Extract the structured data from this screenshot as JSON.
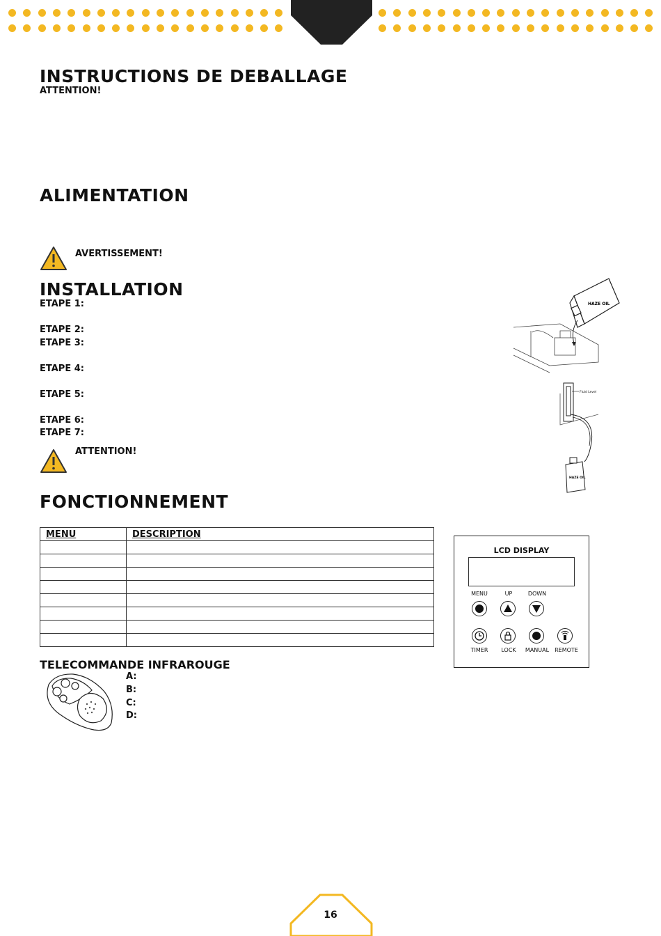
{
  "sections": {
    "unpacking": {
      "title": "INSTRUCTIONS DE DEBALLAGE",
      "attention": "ATTENTION!"
    },
    "power": {
      "title": "ALIMENTATION",
      "warning": "AVERTISSEMENT!"
    },
    "installation": {
      "title": "INSTALLATION",
      "steps": [
        "ETAPE 1:",
        "ETAPE 2:",
        "ETAPE 3:",
        "ETAPE 4:",
        "ETAPE 5:",
        "ETAPE 6:",
        "ETAPE 7:"
      ],
      "attention": "ATTENTION!"
    },
    "operation": {
      "title": "FONCTIONNEMENT"
    },
    "remote": {
      "title": "TELECOMMANDE INFRAROUGE",
      "keys": [
        "A:",
        "B:",
        "C:",
        "D:"
      ]
    }
  },
  "menu_table": {
    "headers": [
      "MENU",
      "DESCRIPTION"
    ],
    "rows": [
      [
        "",
        ""
      ],
      [
        "",
        ""
      ],
      [
        "",
        ""
      ],
      [
        "",
        ""
      ],
      [
        "",
        ""
      ],
      [
        "",
        ""
      ],
      [
        "",
        ""
      ],
      [
        "",
        ""
      ]
    ]
  },
  "illustration": {
    "bottle_label": "HAZE OIL",
    "fluid_level": "Fluid Level",
    "small_bottle_label": "HAZE OIL"
  },
  "lcd_panel": {
    "title": "LCD DISPLAY",
    "row1": [
      "MENU",
      "UP",
      "DOWN"
    ],
    "row2": [
      "TIMER",
      "LOCK",
      "MANUAL",
      "REMOTE"
    ]
  },
  "page_number": "16",
  "colors": {
    "accent": "#f3b822",
    "tab": "#222222"
  }
}
